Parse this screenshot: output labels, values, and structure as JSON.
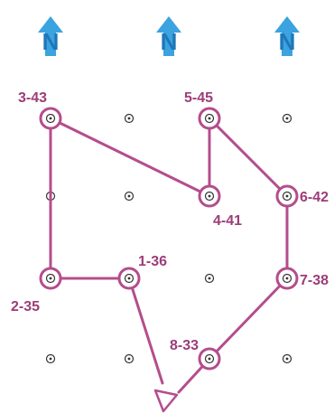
{
  "colors": {
    "route": "#b44d8c",
    "label": "#9c3d78",
    "arrow_fill": "#3aa3e0",
    "arrow_letter": "#1f77b8",
    "grid_dot": "#333333",
    "background": "#ffffff"
  },
  "north_arrows": {
    "count": 3,
    "icon": "north-arrow-icon",
    "letter": "N"
  },
  "grid": {
    "columns": 4,
    "rows": 4
  },
  "waypoints": [
    {
      "id": "wp-3-43",
      "label": "3-43",
      "col": 0,
      "row": 0
    },
    {
      "id": "wp-5-45",
      "label": "5-45",
      "col": 2,
      "row": 0
    },
    {
      "id": "wp-4-41",
      "label": "4-41",
      "col": 2,
      "row": 1
    },
    {
      "id": "wp-6-42",
      "label": "6-42",
      "col": 3,
      "row": 1
    },
    {
      "id": "wp-2-35",
      "label": "2-35",
      "col": 0,
      "row": 2
    },
    {
      "id": "wp-1-36",
      "label": "1-36",
      "col": 1,
      "row": 2
    },
    {
      "id": "wp-7-38",
      "label": "7-38",
      "col": 3,
      "row": 2
    },
    {
      "id": "wp-8-33",
      "label": "8-33",
      "col": 2,
      "row": 3
    }
  ],
  "route_order": [
    "wp-1-36",
    "wp-2-35",
    "wp-3-43",
    "wp-4-41",
    "wp-5-45",
    "wp-6-42",
    "wp-7-38",
    "wp-8-33"
  ],
  "route_start_marker": "start-triangle"
}
